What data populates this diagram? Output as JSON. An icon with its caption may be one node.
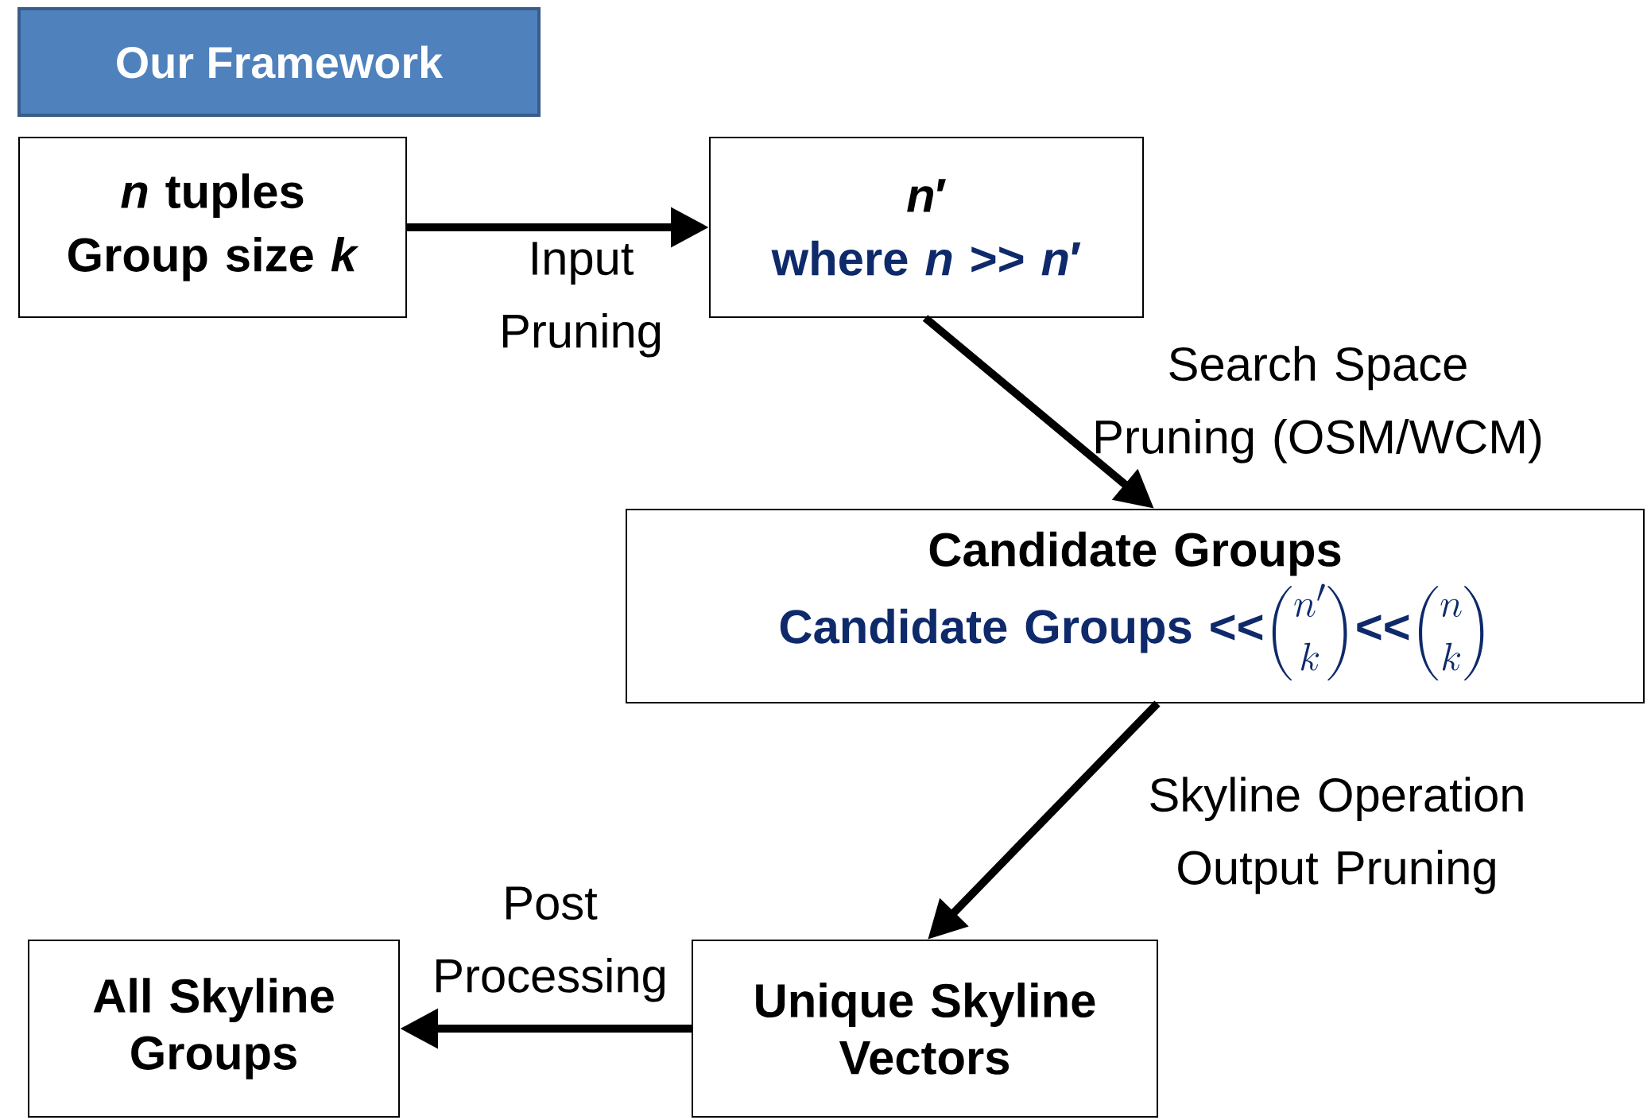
{
  "diagram": {
    "title": "Our Framework",
    "nodes": [
      {
        "text": [
          "*n* tuples",
          "Group size *k*"
        ]
      },
      {
        "text": [
          "*n*′",
          "where *n* >> *n*′"
        ]
      },
      {
        "text": [
          "Candidate Groups",
          "\\textbf{Candidate Groups <{}<} \\binom{n'}{k} \\textbf{<{}<} \\binom{n}{k}"
        ]
      },
      {
        "text": [
          "Unique Skyline Vectors"
        ]
      },
      {
        "text": [
          "All Skyline Groups"
        ]
      }
    ],
    "edges": [
      {
        "from": 0,
        "to": 1,
        "arrow": "to",
        "label": "Input Pruning"
      },
      {
        "from": 1,
        "to": 2,
        "arrow": "to",
        "label": "Search Space Pruning (OSM/WCM)"
      },
      {
        "from": 2,
        "to": 3,
        "arrow": "to",
        "label": "Skyline Operation Output Pruning"
      },
      {
        "from": 3,
        "to": 4,
        "arrow": "to",
        "label": "Post Processing"
      }
    ]
  }
}
